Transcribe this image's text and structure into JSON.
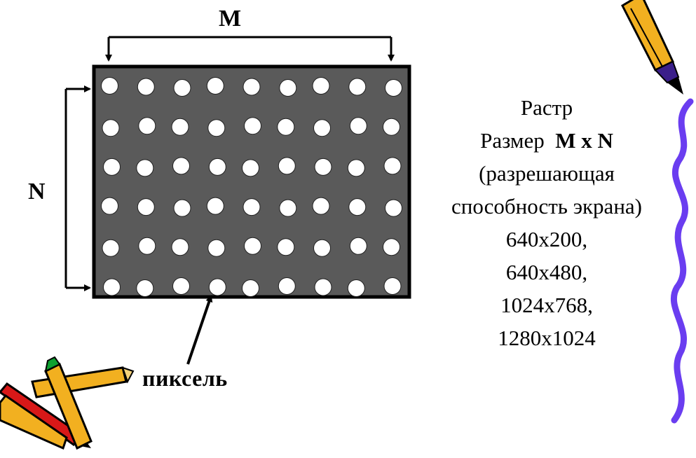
{
  "diagram": {
    "label_m": "M",
    "label_n": "N",
    "pixel_label": "пиксель",
    "grid": {
      "columns": 9,
      "rows": 6
    }
  },
  "info": {
    "line1": "Растр",
    "line2_prefix": "Размер",
    "line2_bold": "M x N",
    "line3": "(разрешающая",
    "line4": "способность экрана)",
    "resolutions": [
      "640x200,",
      "640x480,",
      "1024x768,",
      "1280x1024"
    ]
  },
  "colors": {
    "raster_fill": "#5a5a5a",
    "pixel_fill": "#ffffff",
    "squiggle": "#6a3df0",
    "pencil_body": "#f2b020",
    "pencil_tip_red": "#d81818",
    "pencil_tip_green": "#0ea030"
  }
}
